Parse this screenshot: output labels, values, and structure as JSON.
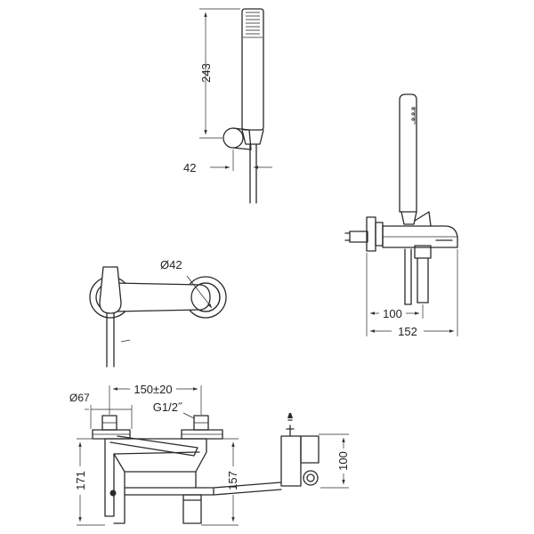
{
  "dimensions": {
    "hand_shower_length": "243",
    "holder_depth": "42",
    "side_projection_short": "100",
    "side_projection_long": "152",
    "escutcheon_diameter": "Ø42",
    "flange_diameter": "Ø67",
    "center_distance": "150±20",
    "thread_size": "G1/2˝",
    "front_height": "171",
    "spout_height": "157",
    "outlet_height": "100"
  }
}
